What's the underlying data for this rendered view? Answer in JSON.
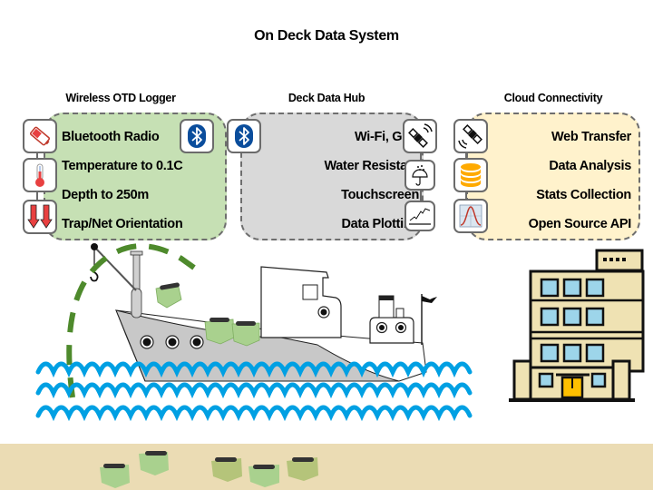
{
  "title": "On Deck Data System",
  "sections": [
    {
      "title": "Wireless OTD Logger",
      "color": "#c6e0b4",
      "features": [
        "Bluetooth Radio",
        "Temperature to 0.1C",
        "Depth to 250m",
        "Trap/Net Orientation"
      ],
      "icons": [
        "battery-icon",
        "thermometer-icon",
        "down-arrows-icon",
        "bluetooth-icon"
      ]
    },
    {
      "title": "Deck Data Hub",
      "color": "#d9d9d9",
      "features": [
        "Wi-Fi, GPS",
        "Water Resistant",
        "Touchscreen",
        "Data Plotting"
      ],
      "icons": [
        "bluetooth-icon",
        "satellite-icon",
        "umbrella-rain-icon",
        "line-chart-icon"
      ]
    },
    {
      "title": "Cloud Connectivity",
      "color": "#fff2cc",
      "features": [
        "Web Transfer",
        "Data Analysis",
        "Stats Collection",
        "Open Source API"
      ],
      "icons": [
        "satellite-icon",
        "database-icon",
        "bell-curve-icon"
      ]
    }
  ],
  "colors": {
    "water": "#00a0e3",
    "arc": "#4e8a2c",
    "seabed": "#ebdcb4",
    "bluetooth": "#0a4d9c",
    "database": "#ffaa00",
    "red": "#e84040"
  }
}
